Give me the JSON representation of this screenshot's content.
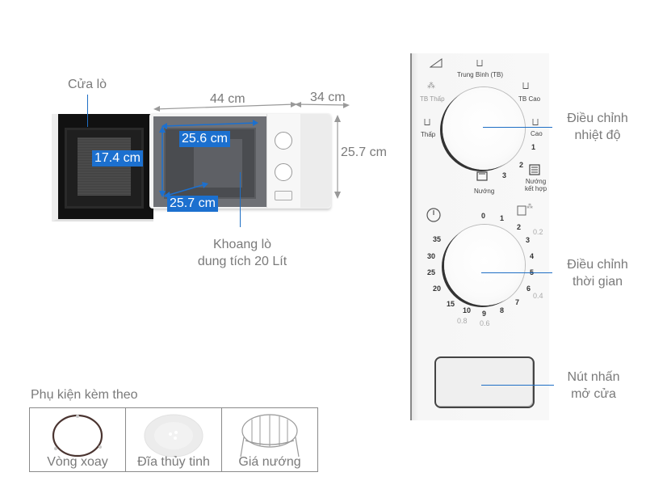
{
  "microwave_view": {
    "door_label": "Cửa lò",
    "width_label": "44 cm",
    "depth_label": "34 cm",
    "height_label": "25.7 cm",
    "cavity_width": "25.6 cm",
    "cavity_height": "17.4 cm",
    "cavity_depth": "25.7 cm",
    "cavity_caption_line1": "Khoang lò",
    "cavity_caption_line2": "dung tích 20 Lít"
  },
  "control_panel": {
    "power_dial": {
      "labels": {
        "trung_binh": "Trung Bình (TB)",
        "tb_thap": "TB Thấp",
        "tb_cao": "TB Cao",
        "thap": "Thấp",
        "cao": "Cao",
        "nuong": "Nướng",
        "nuong_ket_hop_1": "Nướng",
        "nuong_ket_hop_2": "kết hợp"
      },
      "combo_numbers": [
        "1",
        "2",
        "3"
      ]
    },
    "timer_dial": {
      "minutes": [
        "0",
        "1",
        "2",
        "3",
        "4",
        "5",
        "6",
        "7",
        "8",
        "9",
        "10",
        "15",
        "20",
        "25",
        "30",
        "35"
      ],
      "weights": [
        "0.2",
        "0.4",
        "0.6",
        "0.8"
      ]
    },
    "callouts": {
      "temperature_line1": "Điều chỉnh",
      "temperature_line2": "nhiệt độ",
      "time_line1": "Điều chỉnh",
      "time_line2": "thời gian",
      "door_button_line1": "Nút nhấn",
      "door_button_line2": "mở cửa"
    }
  },
  "accessories": {
    "title": "Phụ kiện kèm theo",
    "items": [
      {
        "name": "Vòng xoay",
        "icon": "turntable-ring-icon"
      },
      {
        "name": "Đĩa thủy tinh",
        "icon": "glass-plate-icon"
      },
      {
        "name": "Giá nướng",
        "icon": "grill-rack-icon"
      }
    ]
  },
  "colors": {
    "accent_blue": "#1c70cf",
    "text_gray": "#7a7a7a"
  }
}
